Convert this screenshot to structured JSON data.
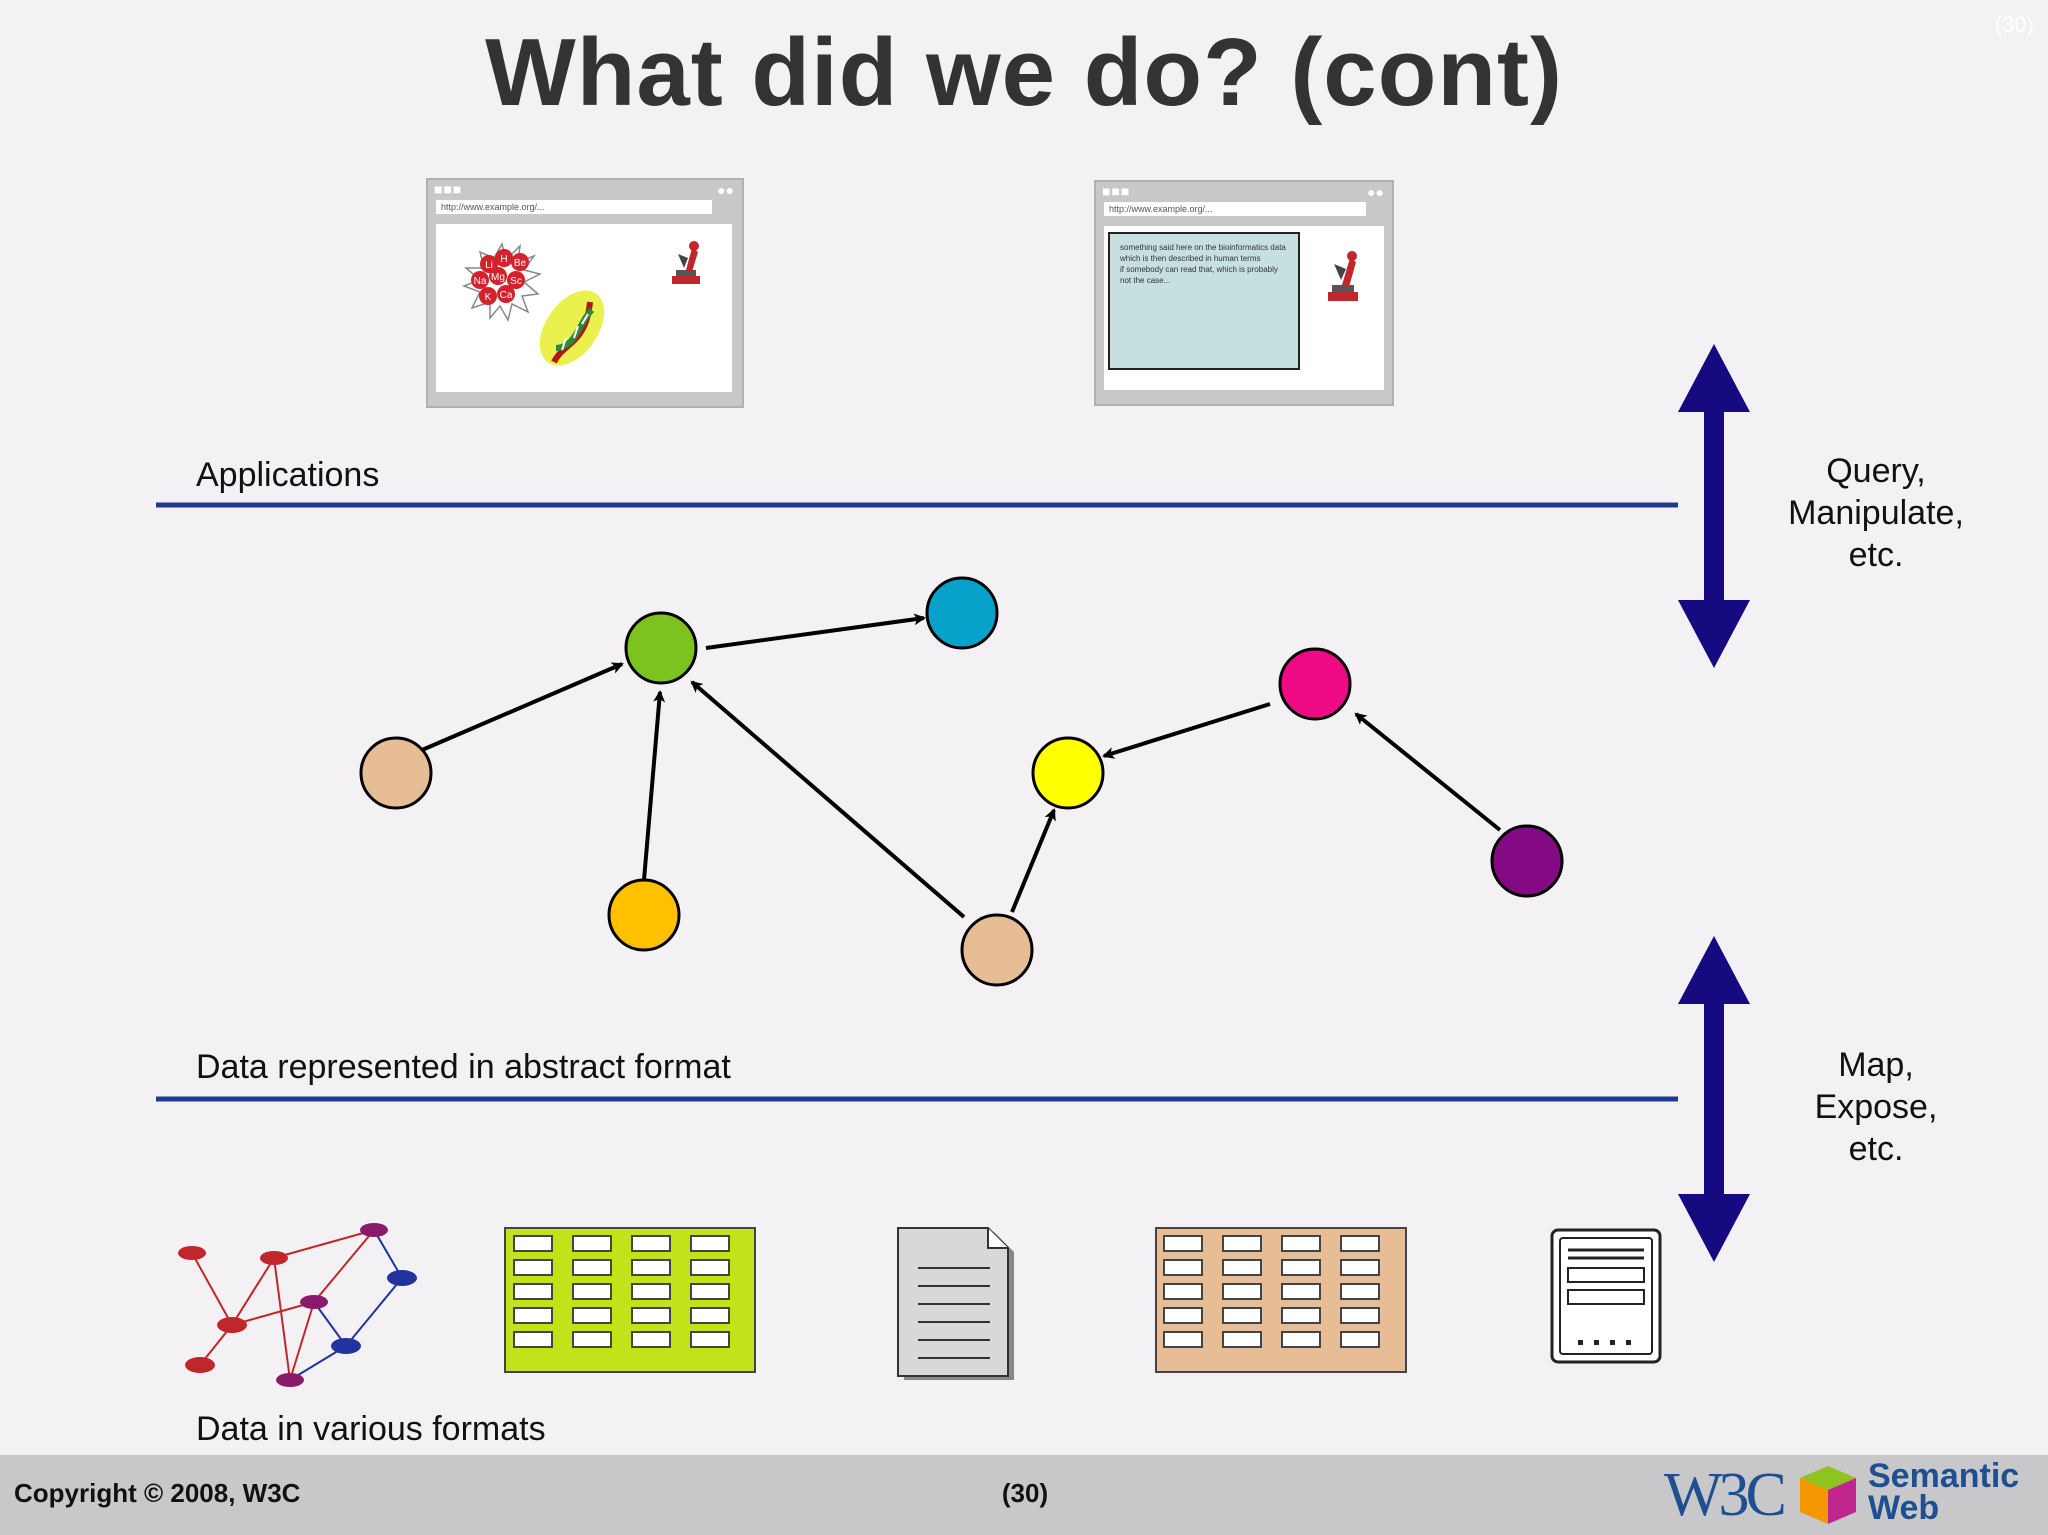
{
  "slide": {
    "title": "What did we do? (cont)",
    "corner_number": "(30)"
  },
  "browser_left": {
    "url": "http://www.example.org/...",
    "molecule_labels": [
      "Li",
      "H",
      "Be",
      "Na",
      "Mg",
      "Sc",
      "K",
      "Ca"
    ]
  },
  "browser_right": {
    "url": "http://www.example.org/...",
    "text_lines": [
      "something said here on the bioinformatics data",
      "which is then described in human terms",
      "if somebody can read that, which is probably",
      "not the case..."
    ]
  },
  "layers": {
    "applications": "Applications",
    "abstract": "Data represented in abstract format",
    "various": "Data in various formats"
  },
  "side_labels": {
    "upper": [
      "Query,",
      "Manipulate,",
      "etc."
    ],
    "lower": [
      "Map,",
      "Expose,",
      "etc."
    ]
  },
  "graph_colors": {
    "green": "#7dc31f",
    "blue": "#07a2c9",
    "tan": "#e7bd95",
    "orange": "#ffc000",
    "yellow": "#ffff00",
    "magenta": "#ee0a84",
    "purple": "#830a83"
  },
  "colors": {
    "layer_line": "#1f3a8f",
    "arrow": "#150a80",
    "spreadsheet_green": "#c3e21a",
    "spreadsheet_tan": "#e7bd95"
  },
  "footer": {
    "copyright": "Copyright © 2008, W3C",
    "page": "(30)",
    "w3c": "W3C",
    "semantic": "Semantic",
    "web": "Web"
  }
}
